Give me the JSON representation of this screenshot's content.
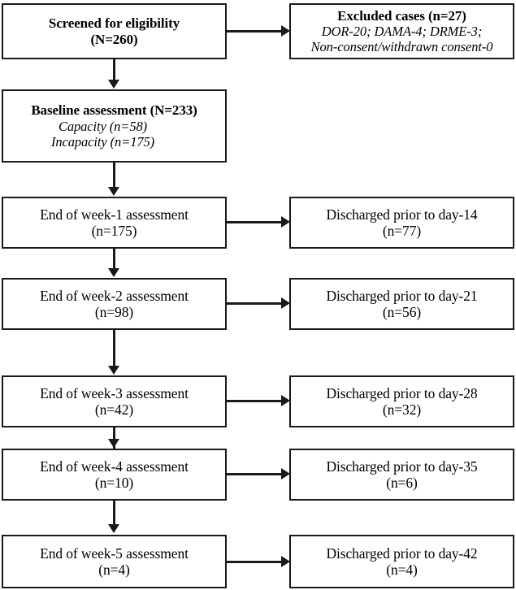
{
  "figure": {
    "type": "flowchart",
    "orientation": "top-down",
    "colors": {
      "stroke": "#1a1a1a",
      "fill": "#ffffff",
      "text": "#000000"
    },
    "nodes": {
      "screened": {
        "lines": [
          {
            "text": "Screened for eligibility",
            "style": "bold"
          },
          {
            "text": "(N=260)",
            "style": "bold"
          }
        ]
      },
      "excluded": {
        "lines": [
          {
            "text": "Excluded cases (n=27)",
            "style": "bold"
          },
          {
            "text": "DOR-20; DAMA-4; DRME-3;",
            "style": "italic"
          },
          {
            "text": "Non-consent/withdrawn consent-0",
            "style": "italic"
          }
        ]
      },
      "baseline": {
        "lines": [
          {
            "text": "Baseline assessment (N=233)",
            "style": "bold"
          },
          {
            "text": "Capacity (n=58)",
            "style": "italic"
          },
          {
            "text": "Incapacity (n=175)",
            "style": "italic"
          }
        ]
      }
    },
    "rows": [
      {
        "assessment_label": "End of week-1 assessment",
        "assessment_count": "(n=175)",
        "discharge_label": "Discharged prior to day-14",
        "discharge_count": "(n=77)"
      },
      {
        "assessment_label": "End of week-2 assessment",
        "assessment_count": "(n=98)",
        "discharge_label": "Discharged prior to day-21",
        "discharge_count": "(n=56)"
      },
      {
        "assessment_label": "End of week-3 assessment",
        "assessment_count": "(n=42)",
        "discharge_label": "Discharged prior to day-28",
        "discharge_count": "(n=32)"
      },
      {
        "assessment_label": "End of week-4 assessment",
        "assessment_count": "(n=10)",
        "discharge_label": "Discharged prior to day-35",
        "discharge_count": "(n=6)"
      },
      {
        "assessment_label": "End of week-5 assessment",
        "assessment_count": "(n=4)",
        "discharge_label": "Discharged prior to day-42",
        "discharge_count": "(n=4)"
      }
    ],
    "chart_data": {
      "type": "flow",
      "title": "",
      "stages": [
        {
          "stage": "Screened for eligibility",
          "n": 260,
          "key": "N"
        },
        {
          "stage": "Excluded cases",
          "n": 27,
          "key": "n",
          "breakdown": [
            {
              "reason": "DOR",
              "n": 20
            },
            {
              "reason": "DAMA",
              "n": 4
            },
            {
              "reason": "DRME",
              "n": 3
            },
            {
              "reason": "Non-consent/withdrawn consent",
              "n": 0
            }
          ]
        },
        {
          "stage": "Baseline assessment",
          "n": 233,
          "key": "N",
          "breakdown": [
            {
              "reason": "Capacity",
              "n": 58
            },
            {
              "reason": "Incapacity",
              "n": 175
            }
          ]
        },
        {
          "stage": "End of week-1 assessment",
          "n": 175,
          "key": "n"
        },
        {
          "stage": "Discharged prior to day-14",
          "n": 77,
          "key": "n"
        },
        {
          "stage": "End of week-2 assessment",
          "n": 98,
          "key": "n"
        },
        {
          "stage": "Discharged prior to day-21",
          "n": 56,
          "key": "n"
        },
        {
          "stage": "End of week-3 assessment",
          "n": 42,
          "key": "n"
        },
        {
          "stage": "Discharged prior to day-28",
          "n": 32,
          "key": "n"
        },
        {
          "stage": "End of week-4 assessment",
          "n": 10,
          "key": "n"
        },
        {
          "stage": "Discharged prior to day-35",
          "n": 6,
          "key": "n"
        },
        {
          "stage": "End of week-5 assessment",
          "n": 4,
          "key": "n"
        },
        {
          "stage": "Discharged prior to day-42",
          "n": 4,
          "key": "n"
        }
      ]
    }
  }
}
